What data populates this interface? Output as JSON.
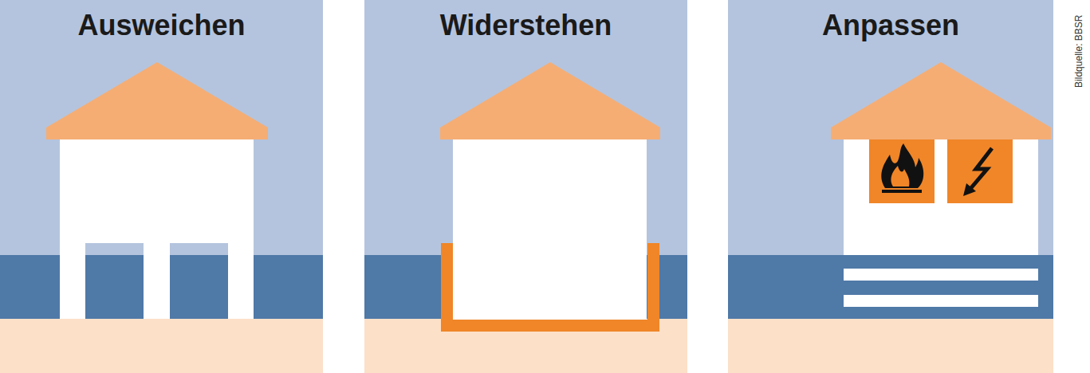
{
  "diagram": {
    "nodes": [
      {
        "text": [
          "Ausweichen"
        ]
      },
      {
        "text": [
          "Widerstehen"
        ]
      },
      {
        "text": [
          "Anpassen"
        ]
      }
    ],
    "labels": [
      "Bildquelle: BBSR"
    ]
  }
}
